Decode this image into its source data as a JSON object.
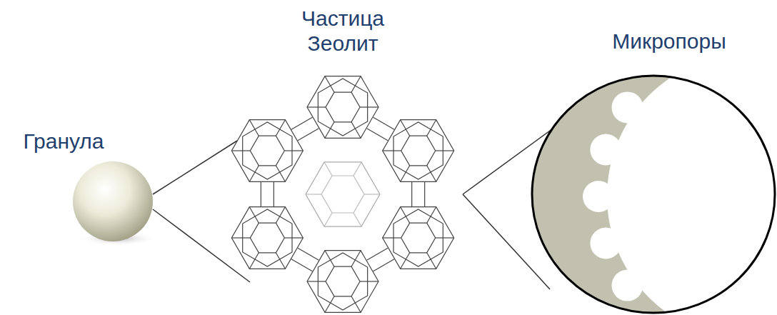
{
  "diagram": {
    "labels": [
      "Гранула",
      "Частица Зеолит",
      "Микропоры"
    ]
  }
}
